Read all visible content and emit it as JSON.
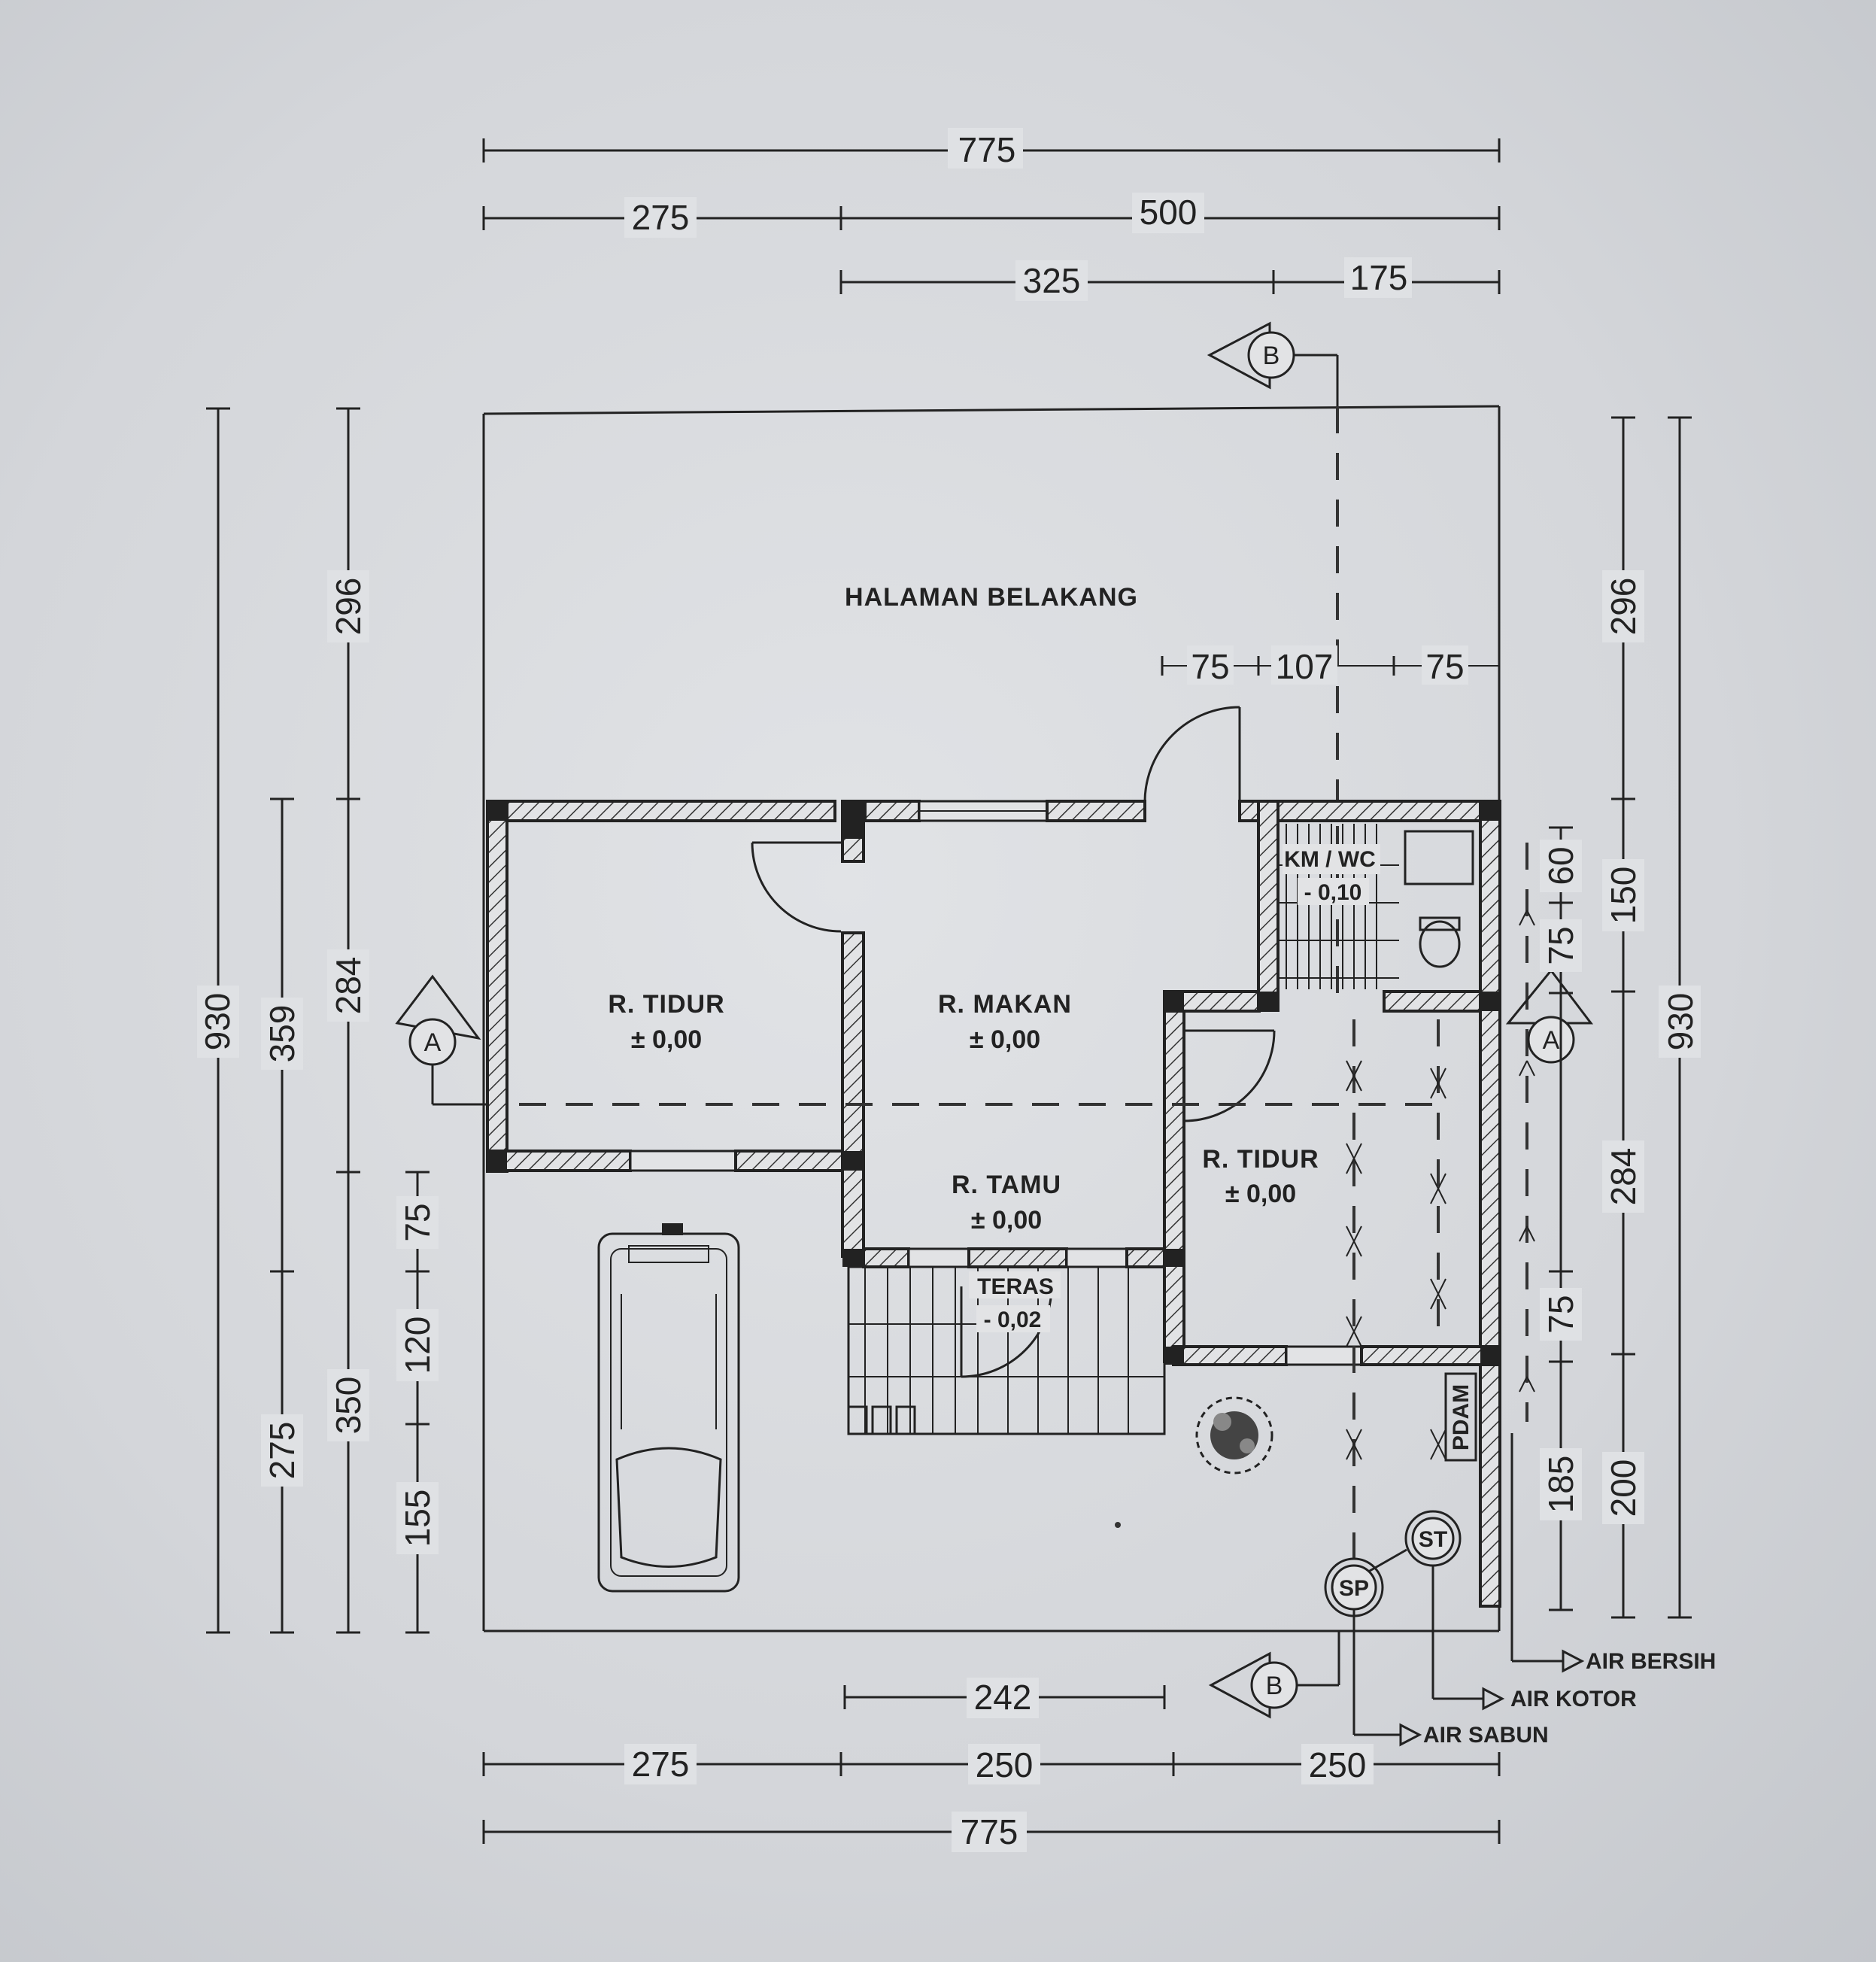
{
  "rooms": {
    "backyard": "HALAMAN BELAKANG",
    "bedroom_left": "R. TIDUR",
    "bedroom_left_level": "± 0,00",
    "dining": "R. MAKAN",
    "dining_level": "± 0,00",
    "living": "R. TAMU",
    "living_level": "± 0,00",
    "bedroom_right": "R. TIDUR",
    "bedroom_right_level": "± 0,00",
    "bath": "KM / WC",
    "bath_level": "- 0,10",
    "terrace": "TERAS",
    "terrace_level": "- 0,02"
  },
  "dimensions": {
    "top_total": "775",
    "top_left": "275",
    "top_right": "500",
    "top_mid": "325",
    "top_end": "175",
    "door_left": "75",
    "door_mid": "107",
    "door_right": "75",
    "bottom_total": "775",
    "bottom_left": "275",
    "bottom_mid": "250",
    "bottom_right": "250",
    "bottom_terrace": "242",
    "left_total": "930",
    "left_upper": "359",
    "left_lower": "275",
    "left_back": "296",
    "left_middle": "284",
    "left_front": "350",
    "left_a": "75",
    "left_b": "120",
    "left_c": "155",
    "right_total": "930",
    "right_back": "296",
    "right_upper": "150",
    "right_middle": "284",
    "right_front": "200",
    "right_a": "60",
    "right_b": "75",
    "right_c": "75",
    "right_d": "185"
  },
  "markers": {
    "section_a": "A",
    "section_b": "B",
    "septic_tank": "ST",
    "seepage": "SP",
    "pdam": "PDAM"
  },
  "legend": {
    "clean_water": "AIR BERSIH",
    "dirty_water": "AIR KOTOR",
    "soap_water": "AIR SABUN"
  }
}
